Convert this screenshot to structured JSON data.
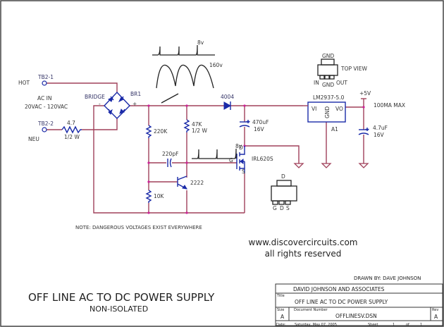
{
  "colors": {
    "wire": "#a0405a",
    "component": "#1a2aa8",
    "junction": "#cc2299",
    "text": "#333333"
  },
  "terminals": {
    "hot_ref": "TB2-1",
    "hot_label": "HOT",
    "neu_ref": "TB2-2",
    "neu_label": "NEU",
    "ac_in_line1": "AC IN",
    "ac_in_line2": "20VAC - 120VAC"
  },
  "components": {
    "bridge_label": "BRIDGE",
    "bridge_ref": "BR1",
    "bridge_minus": "-",
    "bridge_plus": "+",
    "r_series_value": "4.7",
    "r_series_power": "1/2 W",
    "r1_value": "220K",
    "r2_value": "47K",
    "r2_power": "1/2 W",
    "r3_value": "10K",
    "c1_value": "220pF",
    "transistor": "2222",
    "diode": "4004",
    "c2_value": "470uF",
    "c2_voltage": "16V",
    "mosfet": "IRL620S",
    "mosfet_d": "D",
    "mosfet_g": "G",
    "mosfet_s": "S",
    "pkg_d": "D",
    "pkg_pins": [
      "G",
      "D",
      "S"
    ],
    "regulator": "LM2937-5.0",
    "reg_vi": "VI",
    "reg_vo": "VO",
    "reg_gnd": "GND",
    "reg_ref": "A1",
    "reg_pkg_top": "GND",
    "reg_pkg_pins": [
      "IN",
      "GND",
      "OUT"
    ],
    "top_view": "TOP VIEW",
    "vout": "+5V",
    "max_current": "100MA MAX",
    "c3_value": "4.7uF",
    "c3_voltage": "16V"
  },
  "waveforms": {
    "pulse_top_label": "8v",
    "rectified_label": "160v",
    "pulse_gate_label": "8v"
  },
  "notes": {
    "warning": "NOTE: DANGEROUS VOLTAGES EXIST EVERYWHERE",
    "website": "www.discovercircuits.com",
    "rights": "all rights reserved"
  },
  "title": {
    "main": "OFF LINE AC TO DC POWER SUPPLY",
    "sub": "NON-ISOLATED",
    "drawn_by": "DRAWN BY: DAVE JOHNSON"
  },
  "title_block": {
    "company": "DAVID JOHNSON AND ASSOCIATES",
    "title_caption": "Title",
    "title": "OFF LINE AC TO DC POWER SUPPLY",
    "size_caption": "Size",
    "size": "A",
    "doc_caption": "Document Number",
    "doc_number": "OFFLINESV.DSN",
    "rev_caption": "Rev",
    "rev": "A",
    "date_caption": "Date:",
    "date": "Saturday, May 07, 2005",
    "sheet_caption": "Sheet",
    "sheet": "1",
    "of_caption": "of",
    "sheets": "1"
  }
}
